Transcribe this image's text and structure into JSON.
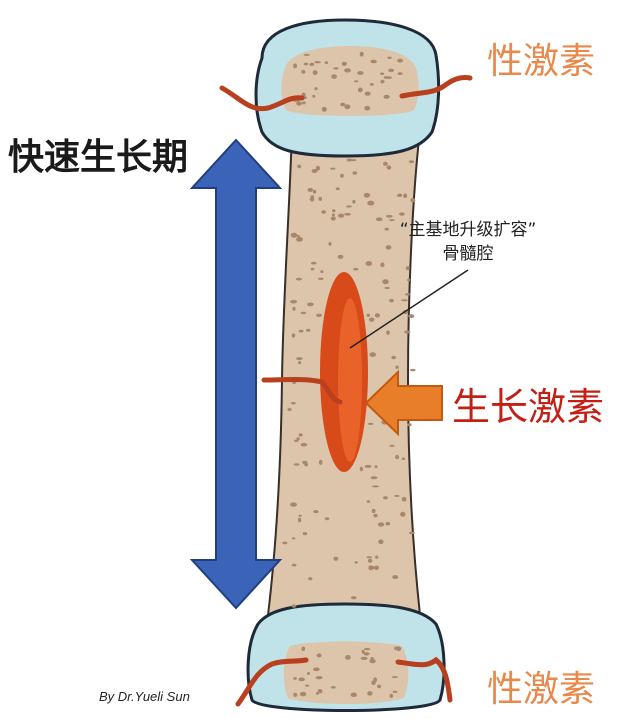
{
  "labels": {
    "hormone_top": "性激素",
    "hormone_bottom": "性激素",
    "growth_hormone": "生长激素",
    "growth_phase": "快速生长期",
    "cavity_note": "“主基地升级扩容”",
    "cavity_name": "骨髓腔",
    "credit": "By Dr.Yueli Sun"
  },
  "colors": {
    "bone_shaft": "#dcc5ab",
    "cartilage": "#bfe3e8",
    "marrow_cavity": "#d94a1a",
    "vessel": "#b8401e",
    "growth_arrow": "#3b63b8",
    "hormone_arrow": "#e87d2a",
    "hormone_text": "#e8884a",
    "growth_hormone_text": "#c41f14"
  }
}
